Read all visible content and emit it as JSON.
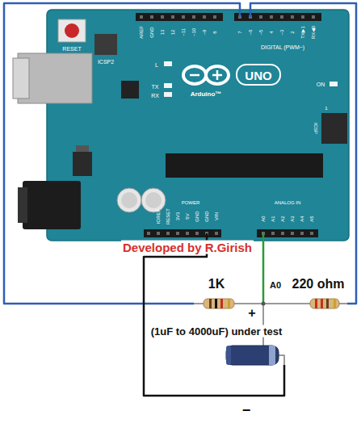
{
  "diagram": {
    "labels": [
      "RESET",
      "ICSP2",
      "AREF",
      "GND",
      "13",
      "12",
      "~11",
      "~10",
      "~9",
      "8",
      "7",
      "~6",
      "~5",
      "4",
      "~3",
      "2",
      "TX▶1",
      "RX◀0",
      "DIGITAL (PWM~)",
      "L",
      "TX",
      "RX",
      "UNO",
      "Arduino™",
      "ON",
      "ICSP",
      "1",
      "IOREF",
      "RESET",
      "3V3",
      "5V",
      "GND",
      "GND",
      "VIN",
      "POWER",
      "ANALOG IN",
      "A0",
      "A1",
      "A2",
      "A3",
      "A4",
      "A5",
      "Developed by R.Girish",
      "1K",
      "A0",
      "220 ohm",
      "+",
      "(1uF to 4000uF) under test",
      "−"
    ]
  }
}
